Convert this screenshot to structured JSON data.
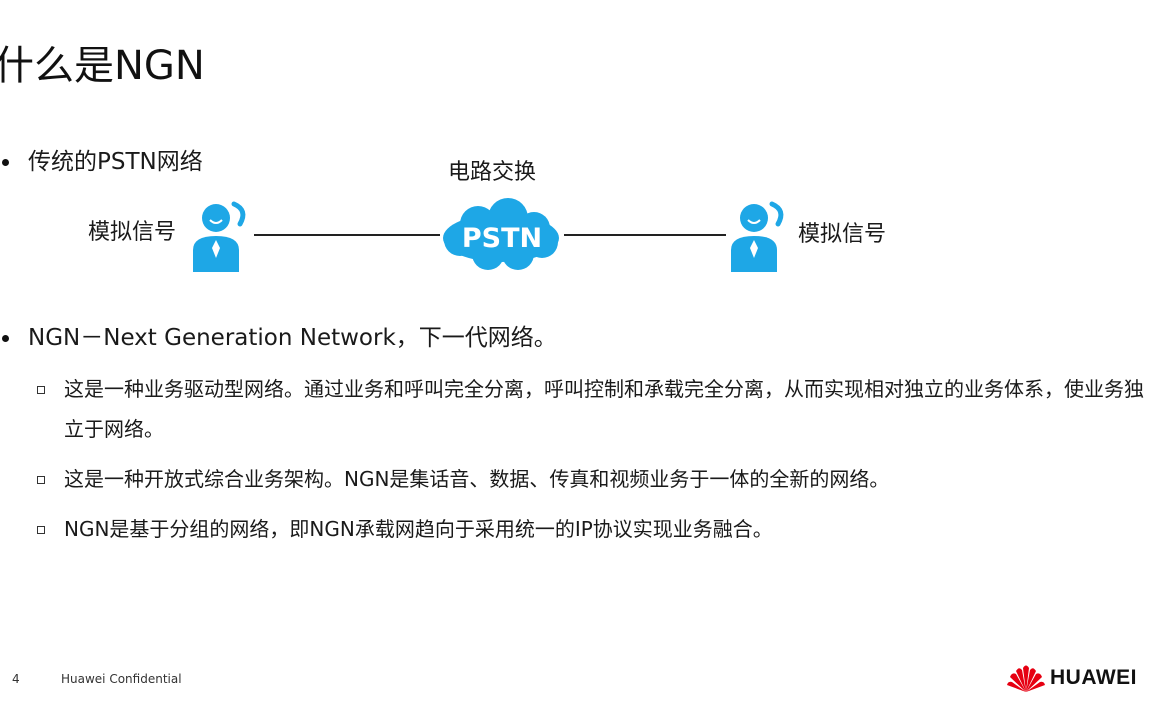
{
  "title": "什么是NGN",
  "bullets": {
    "pstn": "传统的PSTN网络",
    "ngn": "NGN－Next Generation Network，下一代网络。"
  },
  "diagram": {
    "switch_label": "电路交换",
    "left_signal": "模拟信号",
    "right_signal": "模拟信号",
    "cloud_text": "PSTN",
    "accent_color": "#1ea7e6"
  },
  "sub_bullets": [
    "这是一种业务驱动型网络。通过业务和呼叫完全分离，呼叫控制和承载完全分离，从而实现相对独立的业务体系，使业务独立于网络。",
    "这是一种开放式综合业务架构。NGN是集话音、数据、传真和视频业务于一体的全新的网络。",
    "NGN是基于分组的网络，即NGN承载网趋向于采用统一的IP协议实现业务融合。"
  ],
  "footer": {
    "page_number": "4",
    "confidential": "Huawei Confidential",
    "brand": "HUAWEI",
    "brand_color": "#e60012"
  }
}
